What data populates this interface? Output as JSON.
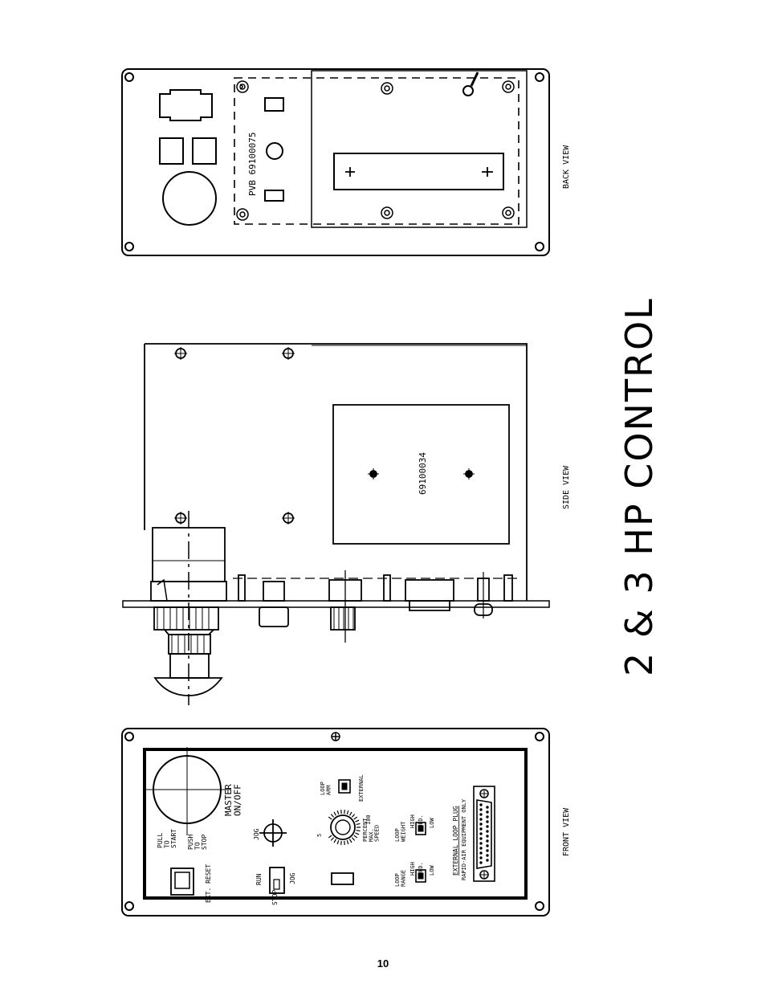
{
  "title": "2 & 3 HP CONTROL",
  "page_number": "10",
  "views": {
    "back": {
      "label": "BACK VIEW",
      "board_label": "PVB 69100075"
    },
    "side": {
      "label": "SIDE VIEW",
      "board_label": "69100034"
    },
    "front": {
      "label": "FRONT VIEW",
      "master": "MASTER\nON/OFF",
      "pull_to_start": "PULL\nTO\nSTART",
      "push_to_stop": "PUSH\nTO\nSTOP",
      "ext_reset": "EXT. RESET",
      "jog_knob": "JOG",
      "run": "RUN",
      "stop": "STOP",
      "jog_switch": "JOG",
      "loop_arm": "LOOP\nARM",
      "external": "EXTERNAL",
      "dial_min": "5",
      "dial_max": "100",
      "percent_max_speed": "PERCENT\nMAX.\nSPEED",
      "loop_weight": "LOOP\nWEIGHT",
      "high": "HIGH",
      "med": "MED.",
      "low": "LOW",
      "loop_range": "LOOP\nRANGE",
      "external_loop_plug": "EXTERNAL LOOP PLUG",
      "rapid_air": "RAPID-AIR EQUIPMENT ONLY"
    }
  },
  "icons": {
    "mounting_hole": "circle-icon",
    "screw": "crosshair-screw-icon",
    "standoff": "spring-standoff-icon"
  }
}
